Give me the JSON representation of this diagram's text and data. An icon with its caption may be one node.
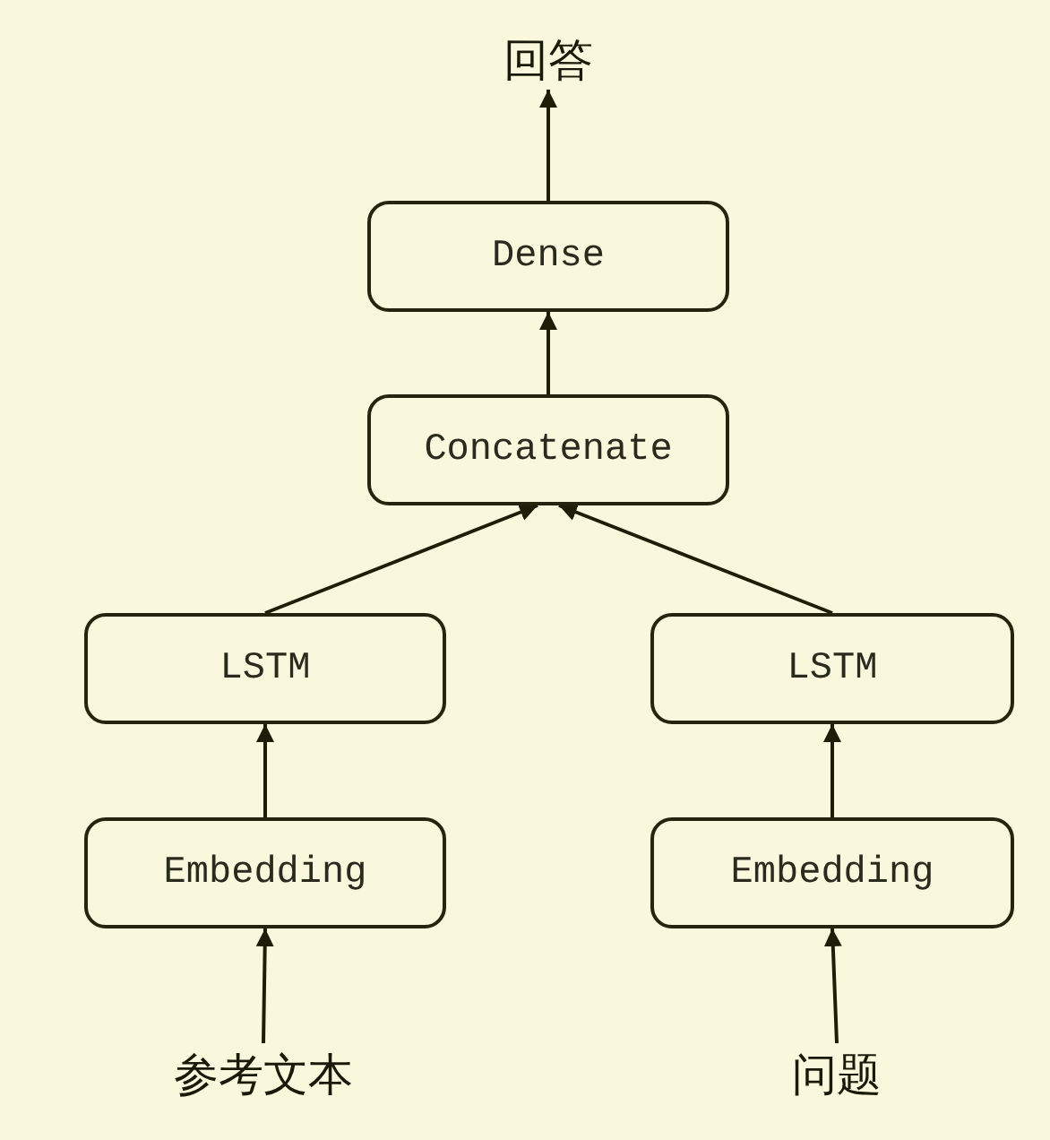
{
  "diagram": {
    "nodes": [
      {
        "text": [
          "回答"
        ]
      },
      {
        "text": [
          "Dense"
        ]
      },
      {
        "text": [
          "Concatenate"
        ]
      },
      {
        "text": [
          "LSTM"
        ]
      },
      {
        "text": [
          "LSTM"
        ]
      },
      {
        "text": [
          "Embedding"
        ]
      },
      {
        "text": [
          "Embedding"
        ]
      },
      {
        "text": [
          "参考文本"
        ]
      },
      {
        "text": [
          "问题"
        ]
      }
    ],
    "edges": [
      {
        "from": 1,
        "to": 0,
        "arrow": "to"
      },
      {
        "from": 2,
        "to": 1,
        "arrow": "to"
      },
      {
        "from": 3,
        "to": 2,
        "arrow": "to"
      },
      {
        "from": 4,
        "to": 2,
        "arrow": "to"
      },
      {
        "from": 5,
        "to": 3,
        "arrow": "to"
      },
      {
        "from": 6,
        "to": 4,
        "arrow": "to"
      },
      {
        "from": 7,
        "to": 5,
        "arrow": "to"
      },
      {
        "from": 8,
        "to": 6,
        "arrow": "to"
      }
    ]
  }
}
